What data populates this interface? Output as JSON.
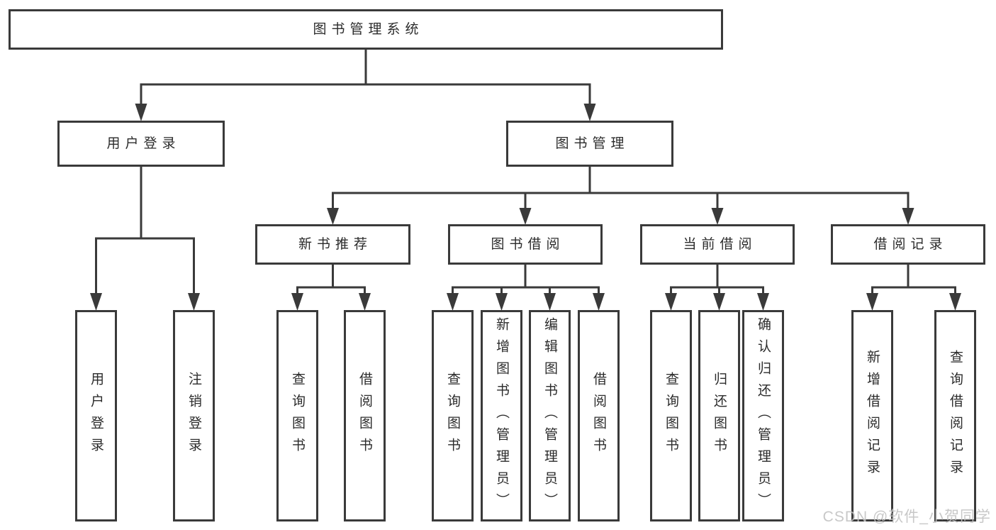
{
  "colors": {
    "line": "#3a3a3a",
    "box_border": "#3a3a3a",
    "text": "#2b2b2b",
    "background": "#ffffff",
    "watermark_gray": "#c3c3c3"
  },
  "tree": {
    "root": {
      "label": "图书管理系统"
    },
    "branches": [
      {
        "label": "用户登录",
        "children": [
          {
            "label": "用户登录"
          },
          {
            "label": "注销登录"
          }
        ]
      },
      {
        "label": "图书管理",
        "groups": [
          {
            "label": "新书推荐",
            "children": [
              {
                "label": "查询图书"
              },
              {
                "label": "借阅图书"
              }
            ]
          },
          {
            "label": "图书借阅",
            "children": [
              {
                "label": "查询图书"
              },
              {
                "label": "新增图书（管理员）"
              },
              {
                "label": "编辑图书（管理员）"
              },
              {
                "label": "借阅图书"
              }
            ]
          },
          {
            "label": "当前借阅",
            "children": [
              {
                "label": "查询图书"
              },
              {
                "label": "归还图书"
              },
              {
                "label": "确认归还（管理员）"
              }
            ]
          },
          {
            "label": "借阅记录",
            "children": [
              {
                "label": "新增借阅记录"
              },
              {
                "label": "查询借阅记录"
              }
            ]
          }
        ]
      }
    ]
  },
  "watermark": {
    "text": "CSDN @软件_小贺同学"
  }
}
